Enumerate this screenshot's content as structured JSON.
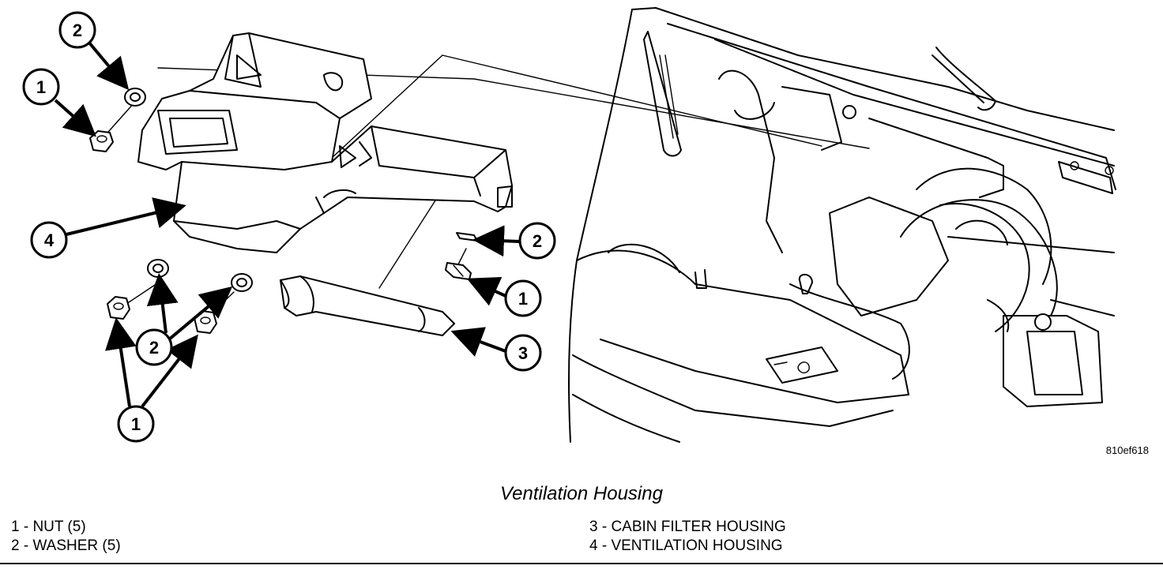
{
  "figure_id": "810ef618",
  "caption": "Ventilation Housing",
  "legend": {
    "left": [
      "1 - NUT (5)",
      "2 - WASHER (5)"
    ],
    "right": [
      "3 - CABIN FILTER HOUSING",
      "4 - VENTILATION HOUSING"
    ]
  },
  "callouts": [
    "1",
    "2",
    "3",
    "4"
  ]
}
